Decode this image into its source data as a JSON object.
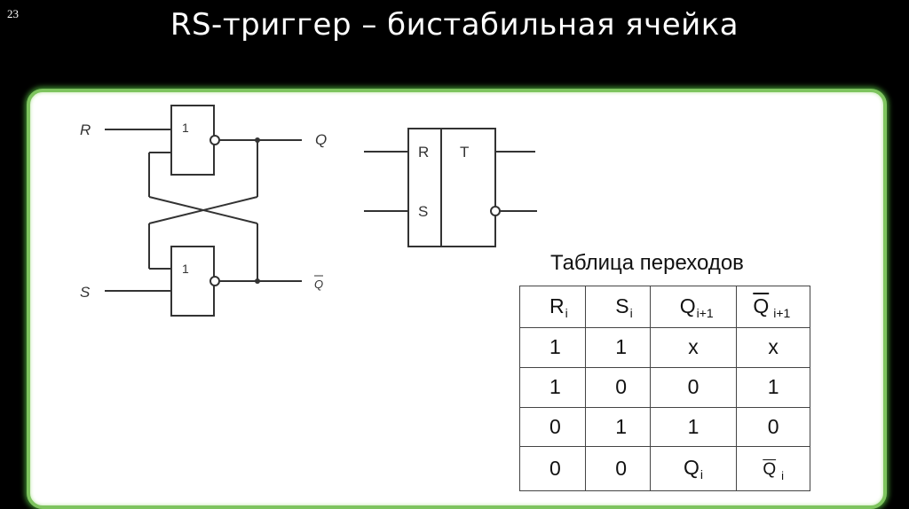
{
  "slide": {
    "number": "23",
    "title": "RS-триггер – бистабильная ячейка"
  },
  "circuit": {
    "input_r": "R",
    "input_s": "S",
    "output_q": "Q",
    "output_q_bar": "Q",
    "gate_top_label": "1",
    "gate_bottom_label": "1"
  },
  "symbol": {
    "input_r": "R",
    "input_s": "S",
    "type_label": "T"
  },
  "table": {
    "title": "Таблица переходов",
    "headers": [
      {
        "main": "R",
        "sub": "i"
      },
      {
        "main": "S",
        "sub": "i"
      },
      {
        "main": "Q",
        "sub": "i+1"
      },
      {
        "main": "Q",
        "sub": "i+1"
      }
    ],
    "rows": [
      [
        "1",
        "1",
        "x",
        "x"
      ],
      [
        "1",
        "0",
        "0",
        "1"
      ],
      [
        "0",
        "1",
        "1",
        "0"
      ],
      [
        "0",
        "0",
        "Q",
        "Q"
      ]
    ],
    "last_row_subs": [
      "i",
      "i"
    ]
  }
}
